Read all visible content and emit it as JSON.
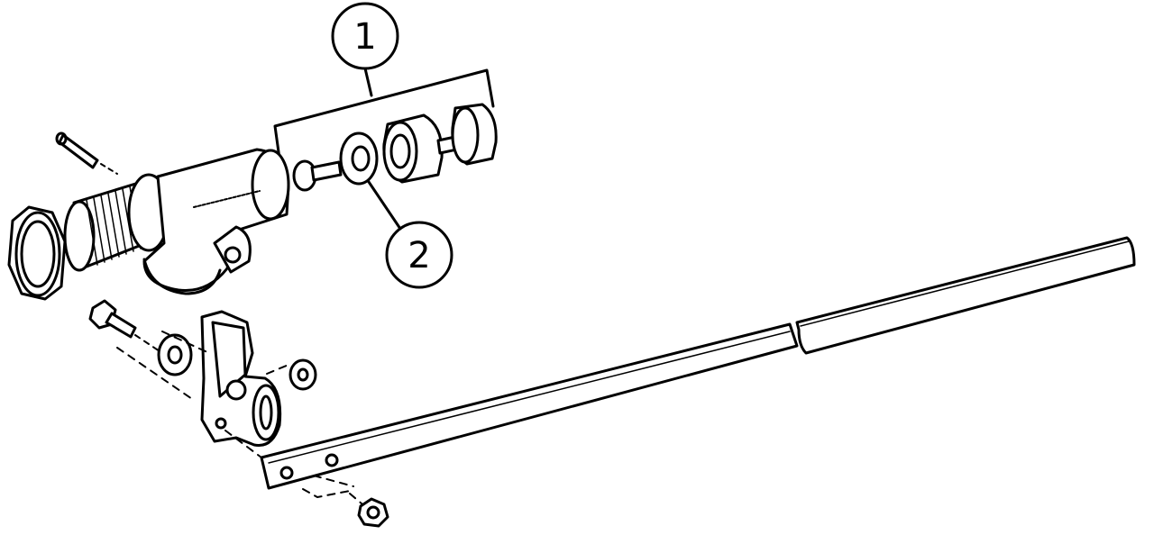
{
  "callouts": [
    {
      "number": "1",
      "target": "valve-assembly-group"
    },
    {
      "number": "2",
      "target": "washer"
    }
  ],
  "colors": {
    "ink": "#000000",
    "paper": "#ffffff"
  }
}
